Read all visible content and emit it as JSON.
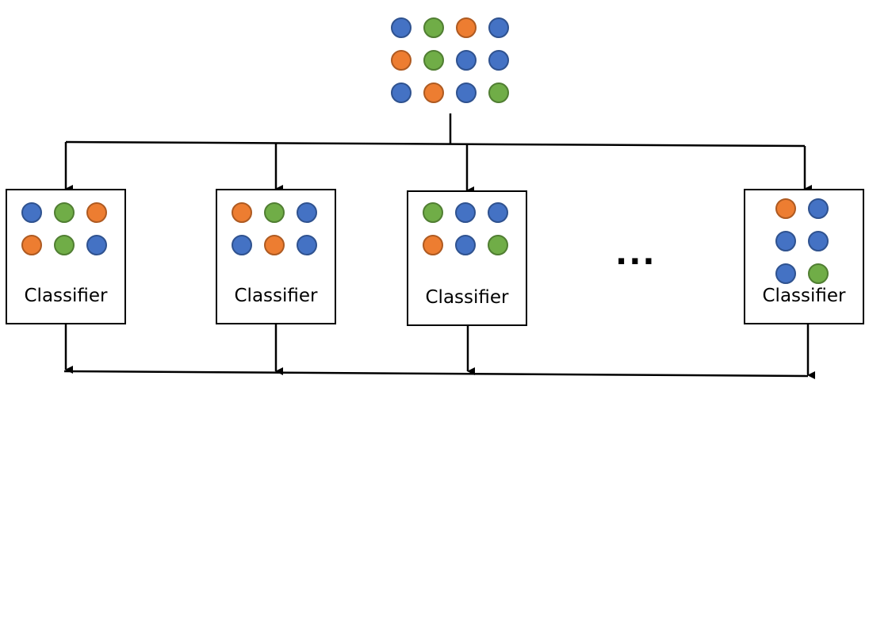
{
  "colors": {
    "blue": {
      "fill": "#4472C4",
      "stroke": "#2F528F"
    },
    "green": {
      "fill": "#70AD47",
      "stroke": "#507E32"
    },
    "orange": {
      "fill": "#ED7D31",
      "stroke": "#AE5A21"
    },
    "line": "#000000"
  },
  "dataset": {
    "rows": [
      [
        "blue",
        "green",
        "orange",
        "blue"
      ],
      [
        "orange",
        "green",
        "blue",
        "blue"
      ],
      [
        "blue",
        "orange",
        "blue",
        "green"
      ]
    ]
  },
  "classifiers": [
    {
      "label": "Classifier",
      "samples": [
        [
          "blue",
          "green",
          "orange"
        ],
        [
          "orange",
          "green",
          "blue"
        ]
      ]
    },
    {
      "label": "Classifier",
      "samples": [
        [
          "orange",
          "green",
          "blue"
        ],
        [
          "blue",
          "orange",
          "blue"
        ]
      ]
    },
    {
      "label": "Classifier",
      "samples": [
        [
          "green",
          "blue",
          "blue"
        ],
        [
          "orange",
          "blue",
          "green"
        ]
      ]
    },
    {
      "label": "Classifier",
      "samples": [
        [
          "orange",
          "blue"
        ],
        [
          "blue",
          "blue"
        ],
        [
          "blue",
          "green"
        ]
      ]
    }
  ],
  "ellipsis": "..."
}
